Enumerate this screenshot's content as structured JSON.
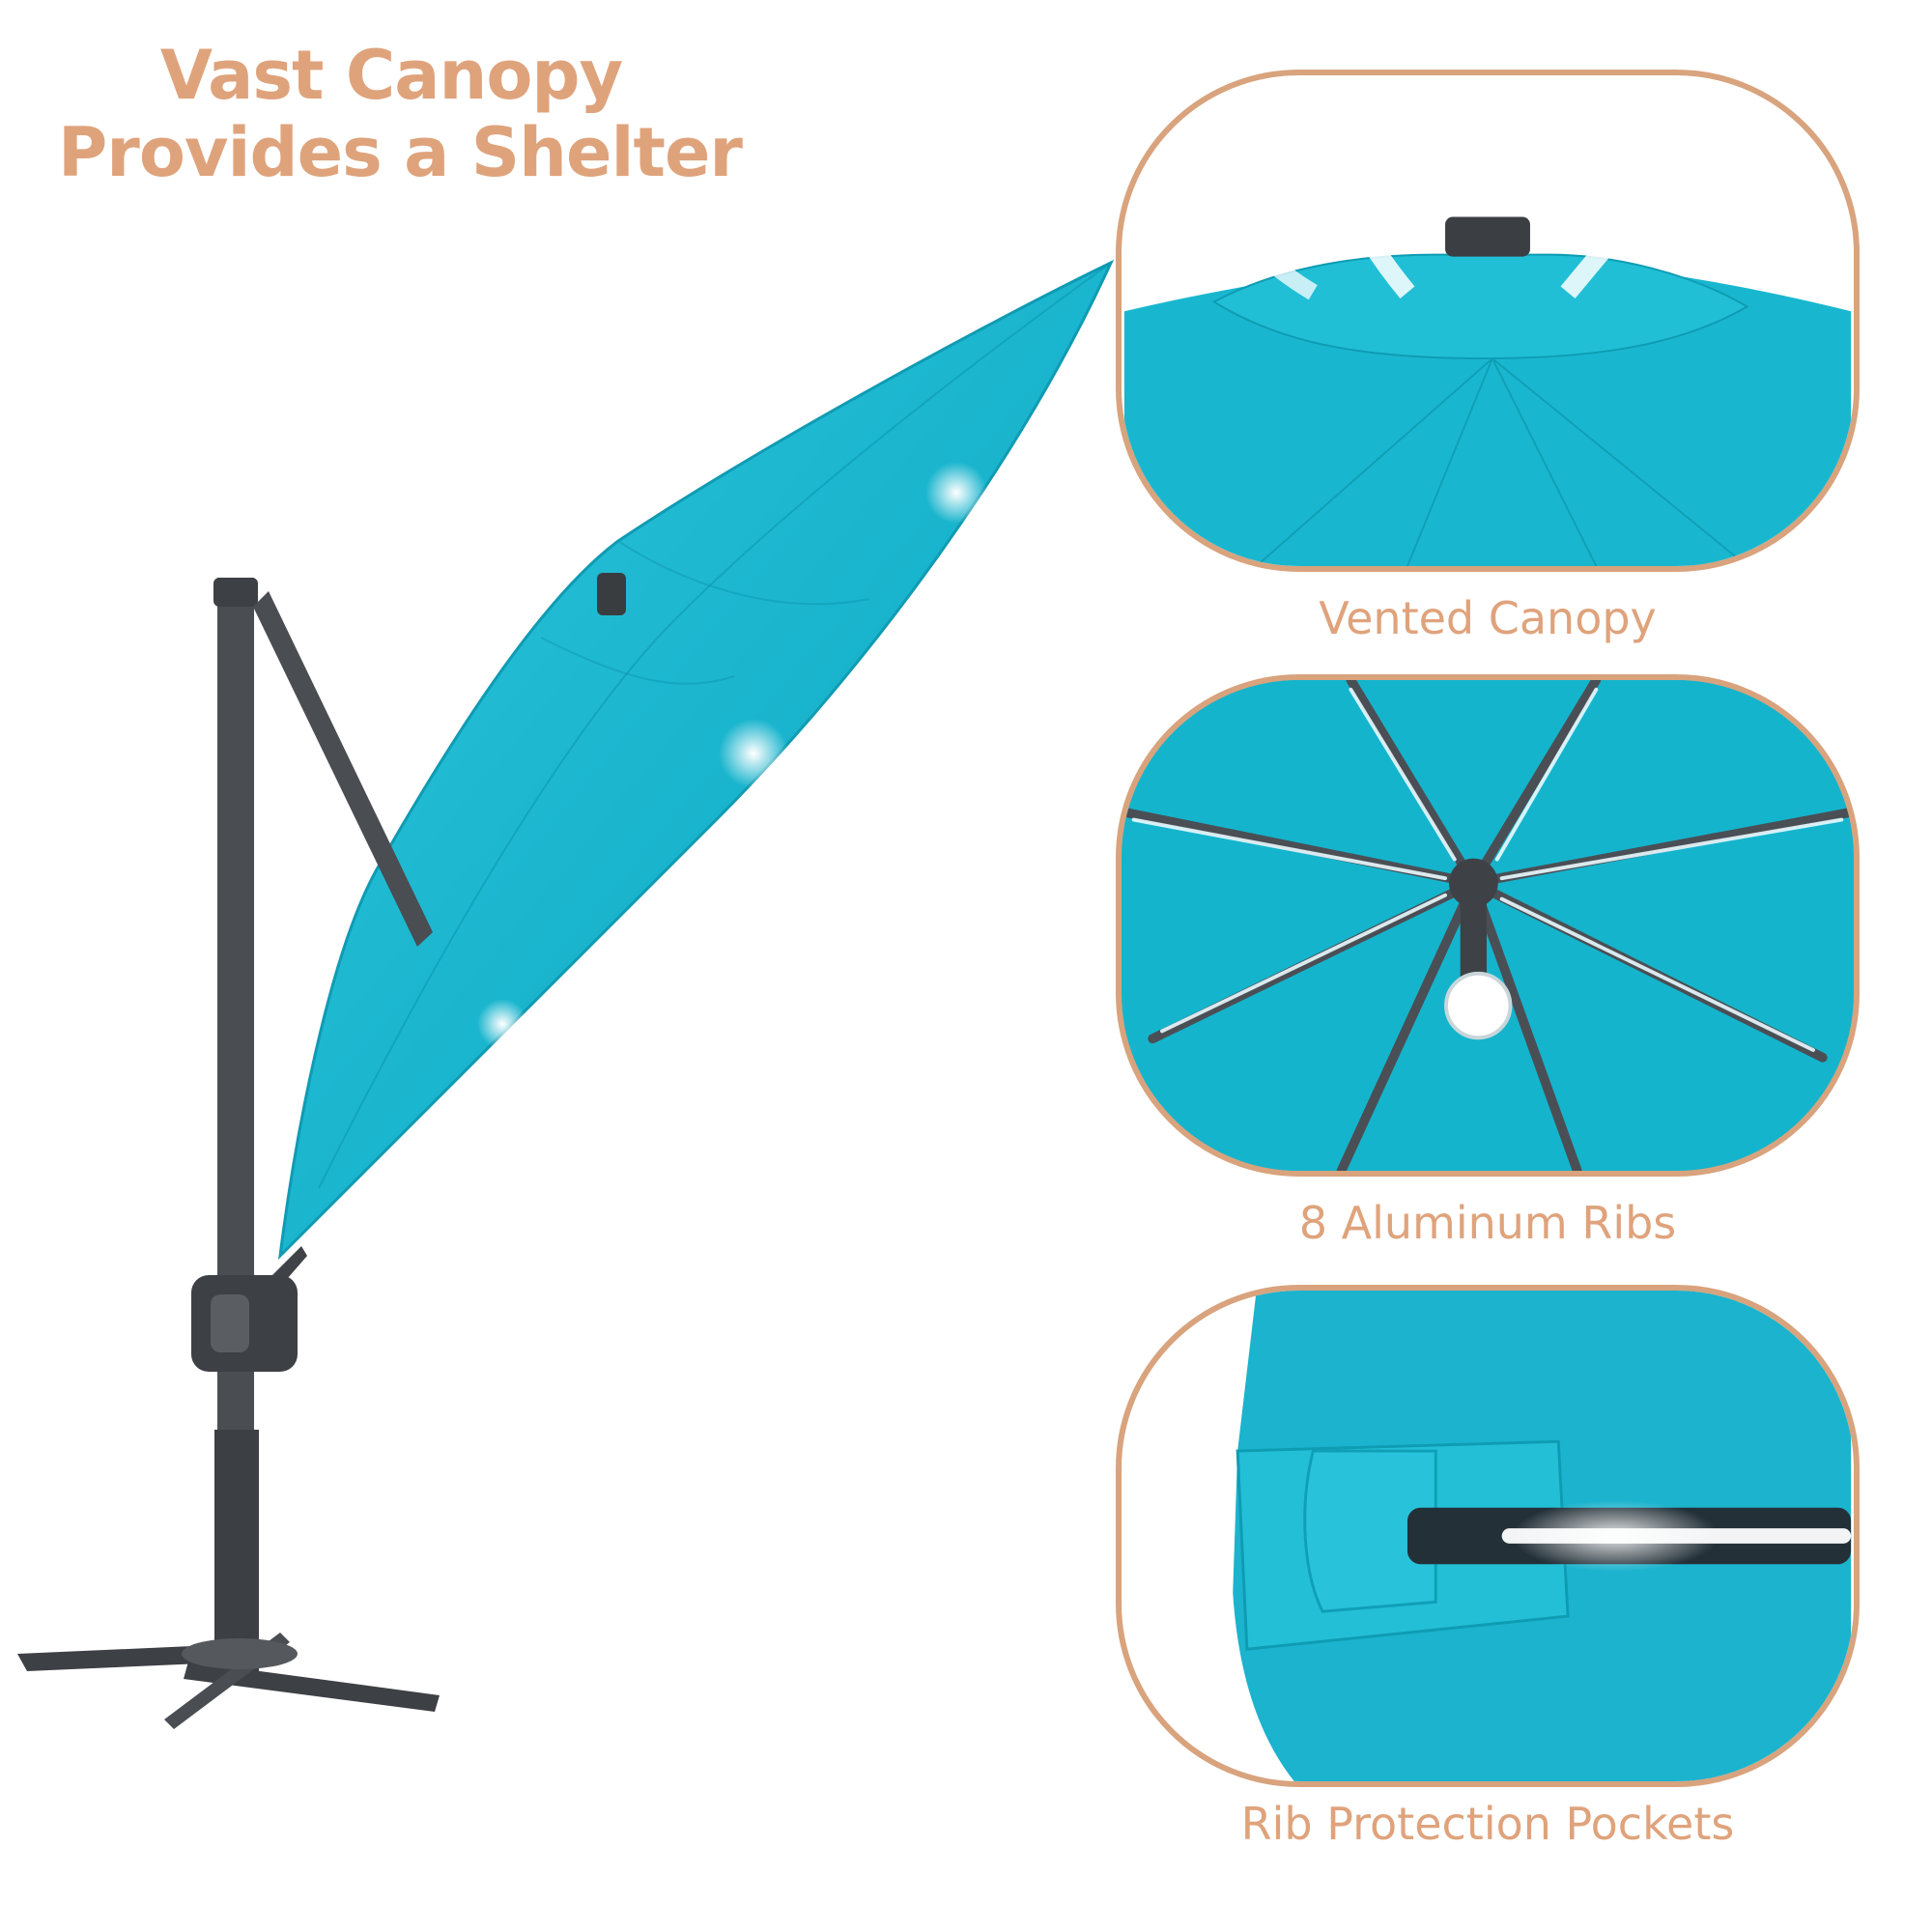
{
  "headline": {
    "line1": "Vast Canopy",
    "line2": "Provides a Shelter"
  },
  "features": [
    {
      "caption": "Vented Canopy"
    },
    {
      "caption": "8 Aluminum Ribs"
    },
    {
      "caption": "Rib Protection Pockets"
    }
  ],
  "colors": {
    "accent": "#dfa37c",
    "canopy": "#12b5cf",
    "frame": "#4a4d52"
  }
}
